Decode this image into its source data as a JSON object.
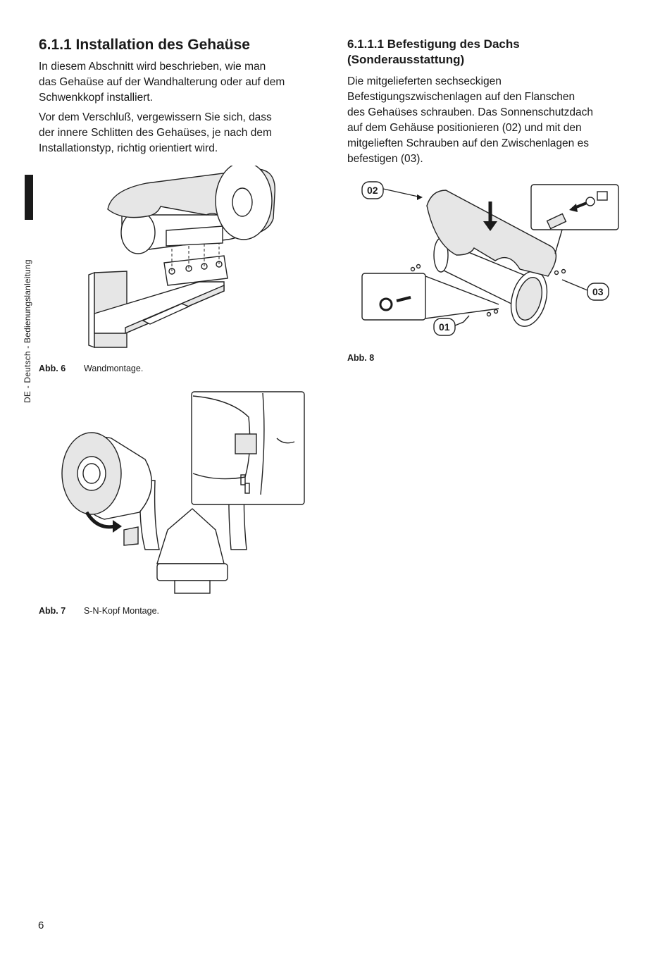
{
  "left": {
    "heading": "6.1.1 Installation des Gehaüse",
    "para1": [
      "In diesem Abschnitt wird beschrieben, wie man",
      "das Gehaüse auf der Wandhalterung oder auf dem",
      "Schwenkkopf installiert."
    ],
    "para2": [
      "Vor dem Verschluß, vergewissern Sie sich, dass",
      "der innere Schlitten des Gehaüses, je nach dem",
      "Installationstyp, richtig orientiert wird."
    ],
    "fig6": {
      "label": "Abb. 6",
      "text": "Wandmontage."
    },
    "fig7": {
      "label": "Abb. 7",
      "text": "S-N-Kopf Montage."
    }
  },
  "right": {
    "heading": [
      "6.1.1.1 Befestigung des Dachs",
      "(Sonderausstattung)"
    ],
    "para": [
      "Die mitgelieferten sechseckigen",
      "Befestigungszwischenlagen auf den Flanschen",
      "des Gehaüses schrauben. Das Sonnenschutzdach",
      "auf dem Gehäuse positionieren (02) und mit den",
      "mitgelieften Schrauben auf den Zwischenlagen es",
      "befestigen (03)."
    ],
    "fig8": {
      "label": "Abb. 8",
      "callouts": [
        "02",
        "03",
        "01"
      ]
    }
  },
  "sidebar": {
    "text": "DE - Deutsch - Bedienungslanleitung"
  },
  "footer": {
    "page_number": "6"
  }
}
